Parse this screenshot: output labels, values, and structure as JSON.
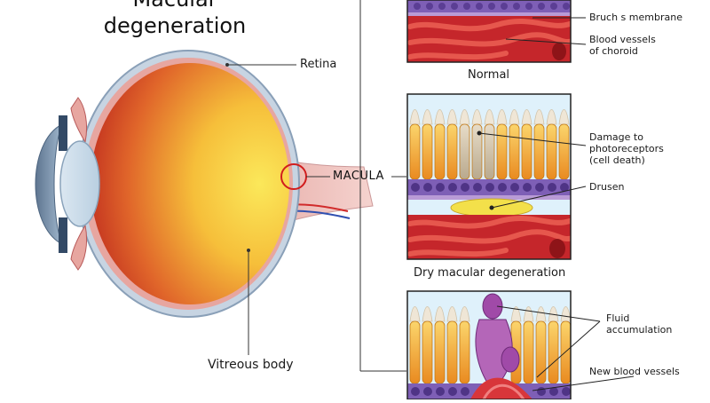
{
  "title": {
    "line1": "Macular",
    "line2": "degeneration"
  },
  "eye_labels": {
    "retina": "Retina",
    "macula": "MACULA",
    "vitreous": "Vitreous body"
  },
  "panel_normal": {
    "caption": "Normal",
    "bruch": "Bruch s  membrane",
    "vessels_l1": "Blood vessels",
    "vessels_l2": "of choroid"
  },
  "panel_dry": {
    "caption": "Dry macular degeneration",
    "damage_l1": "Damage to",
    "damage_l2": "photoreceptors",
    "damage_l3": "(cell death)",
    "drusen": "Drusen"
  },
  "panel_wet": {
    "fluid_l1": "Fluid",
    "fluid_l2": "accumulation",
    "new_vessels": "New blood vessels"
  },
  "colors": {
    "lens_blue": "#b8cfe0",
    "eye_red": "#c0281d",
    "eye_yellow": "#f7d84a",
    "photoreceptor": "#f4b23a",
    "rpe_purple": "#7a5bb0",
    "choroid_red": "#c8232a",
    "drusen": "#f3e04a",
    "fluid": "#a04aa8"
  }
}
